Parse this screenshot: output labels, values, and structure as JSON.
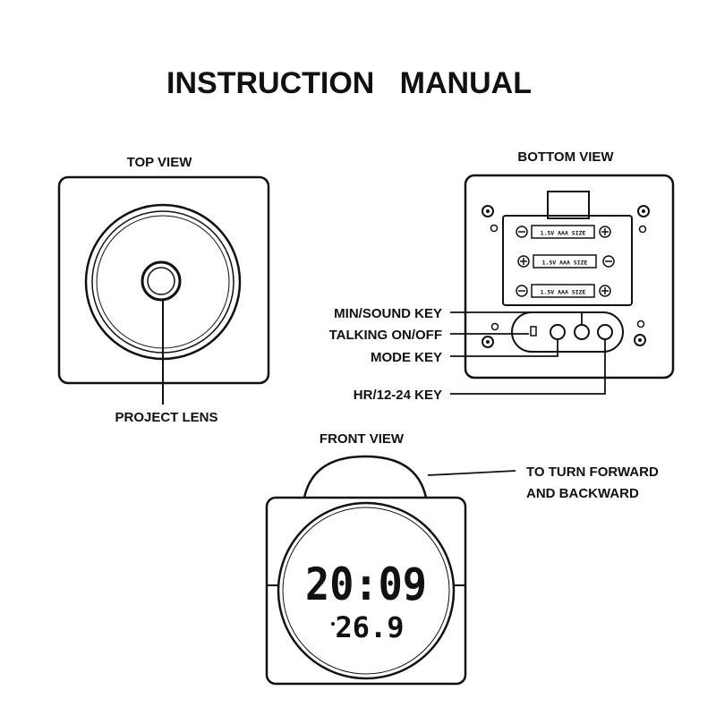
{
  "title": "INSTRUCTION   MANUAL",
  "top_view": {
    "heading": "TOP VIEW",
    "lens_label": "PROJECT LENS"
  },
  "bottom_view": {
    "heading": "BOTTOM VIEW",
    "batteries": [
      "1.5V AAA SIZE",
      "1.5V AAA SIZE",
      "1.5V AAA SIZE"
    ],
    "keys": {
      "min_sound": "MIN/SOUND KEY",
      "talking": "TALKING ON/OFF",
      "mode": "MODE KEY",
      "hr": "HR/12-24 KEY"
    }
  },
  "front_view": {
    "heading": "FRONT VIEW",
    "turn_label_1": "TO TURN FORWARD",
    "turn_label_2": "AND BACKWARD",
    "time": "20:09",
    "temperature": "26.9"
  }
}
